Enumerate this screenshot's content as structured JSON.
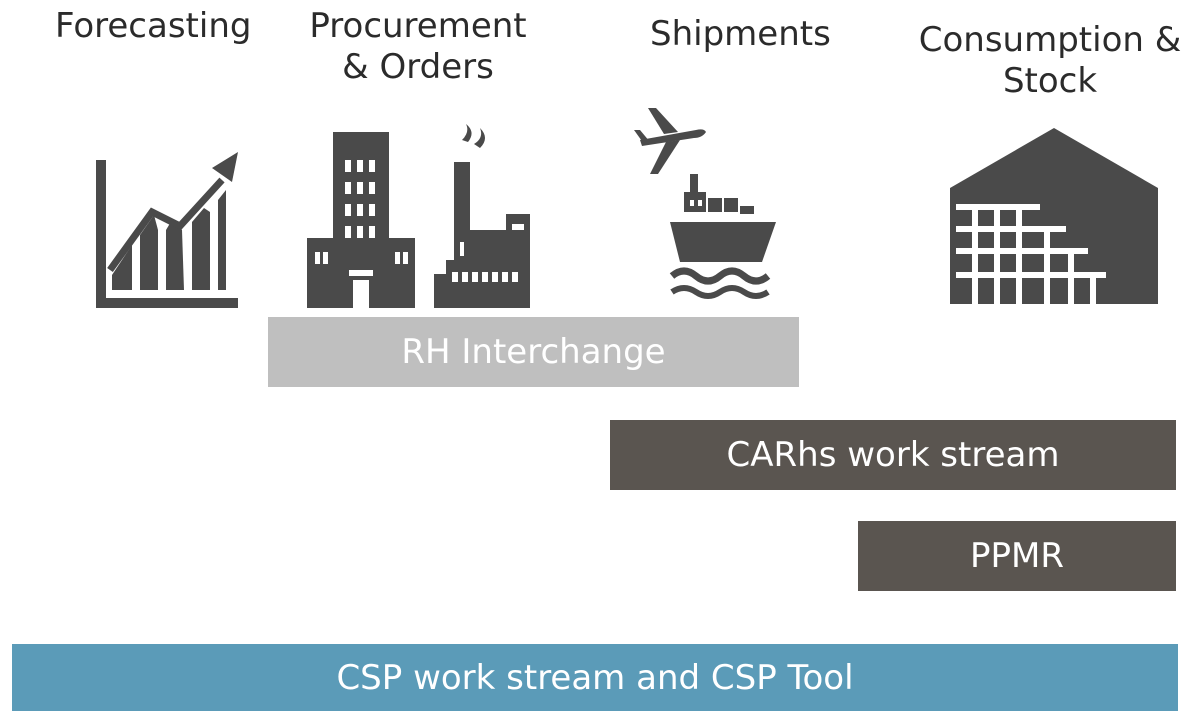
{
  "stages": {
    "forecasting": "Forecasting",
    "procurement_line1": "Procurement",
    "procurement_line2": "& Orders",
    "shipments": "Shipments",
    "consumption_line1": "Consumption &",
    "consumption_line2": "Stock"
  },
  "bars": {
    "rh_interchange": "RH Interchange",
    "carhs": "CARhs work stream",
    "ppmr": "PPMR",
    "csp": "CSP work stream and CSP Tool"
  },
  "colors": {
    "icon": "#4a4a4a",
    "rh_interchange_bar": "#bfbfbf",
    "dark_bar": "#5a5550",
    "csp_bar": "#5b9bb8"
  },
  "icons": [
    "growth-chart-icon",
    "office-building-icon",
    "factory-icon",
    "airplane-icon",
    "cargo-ship-icon",
    "warehouse-icon"
  ]
}
